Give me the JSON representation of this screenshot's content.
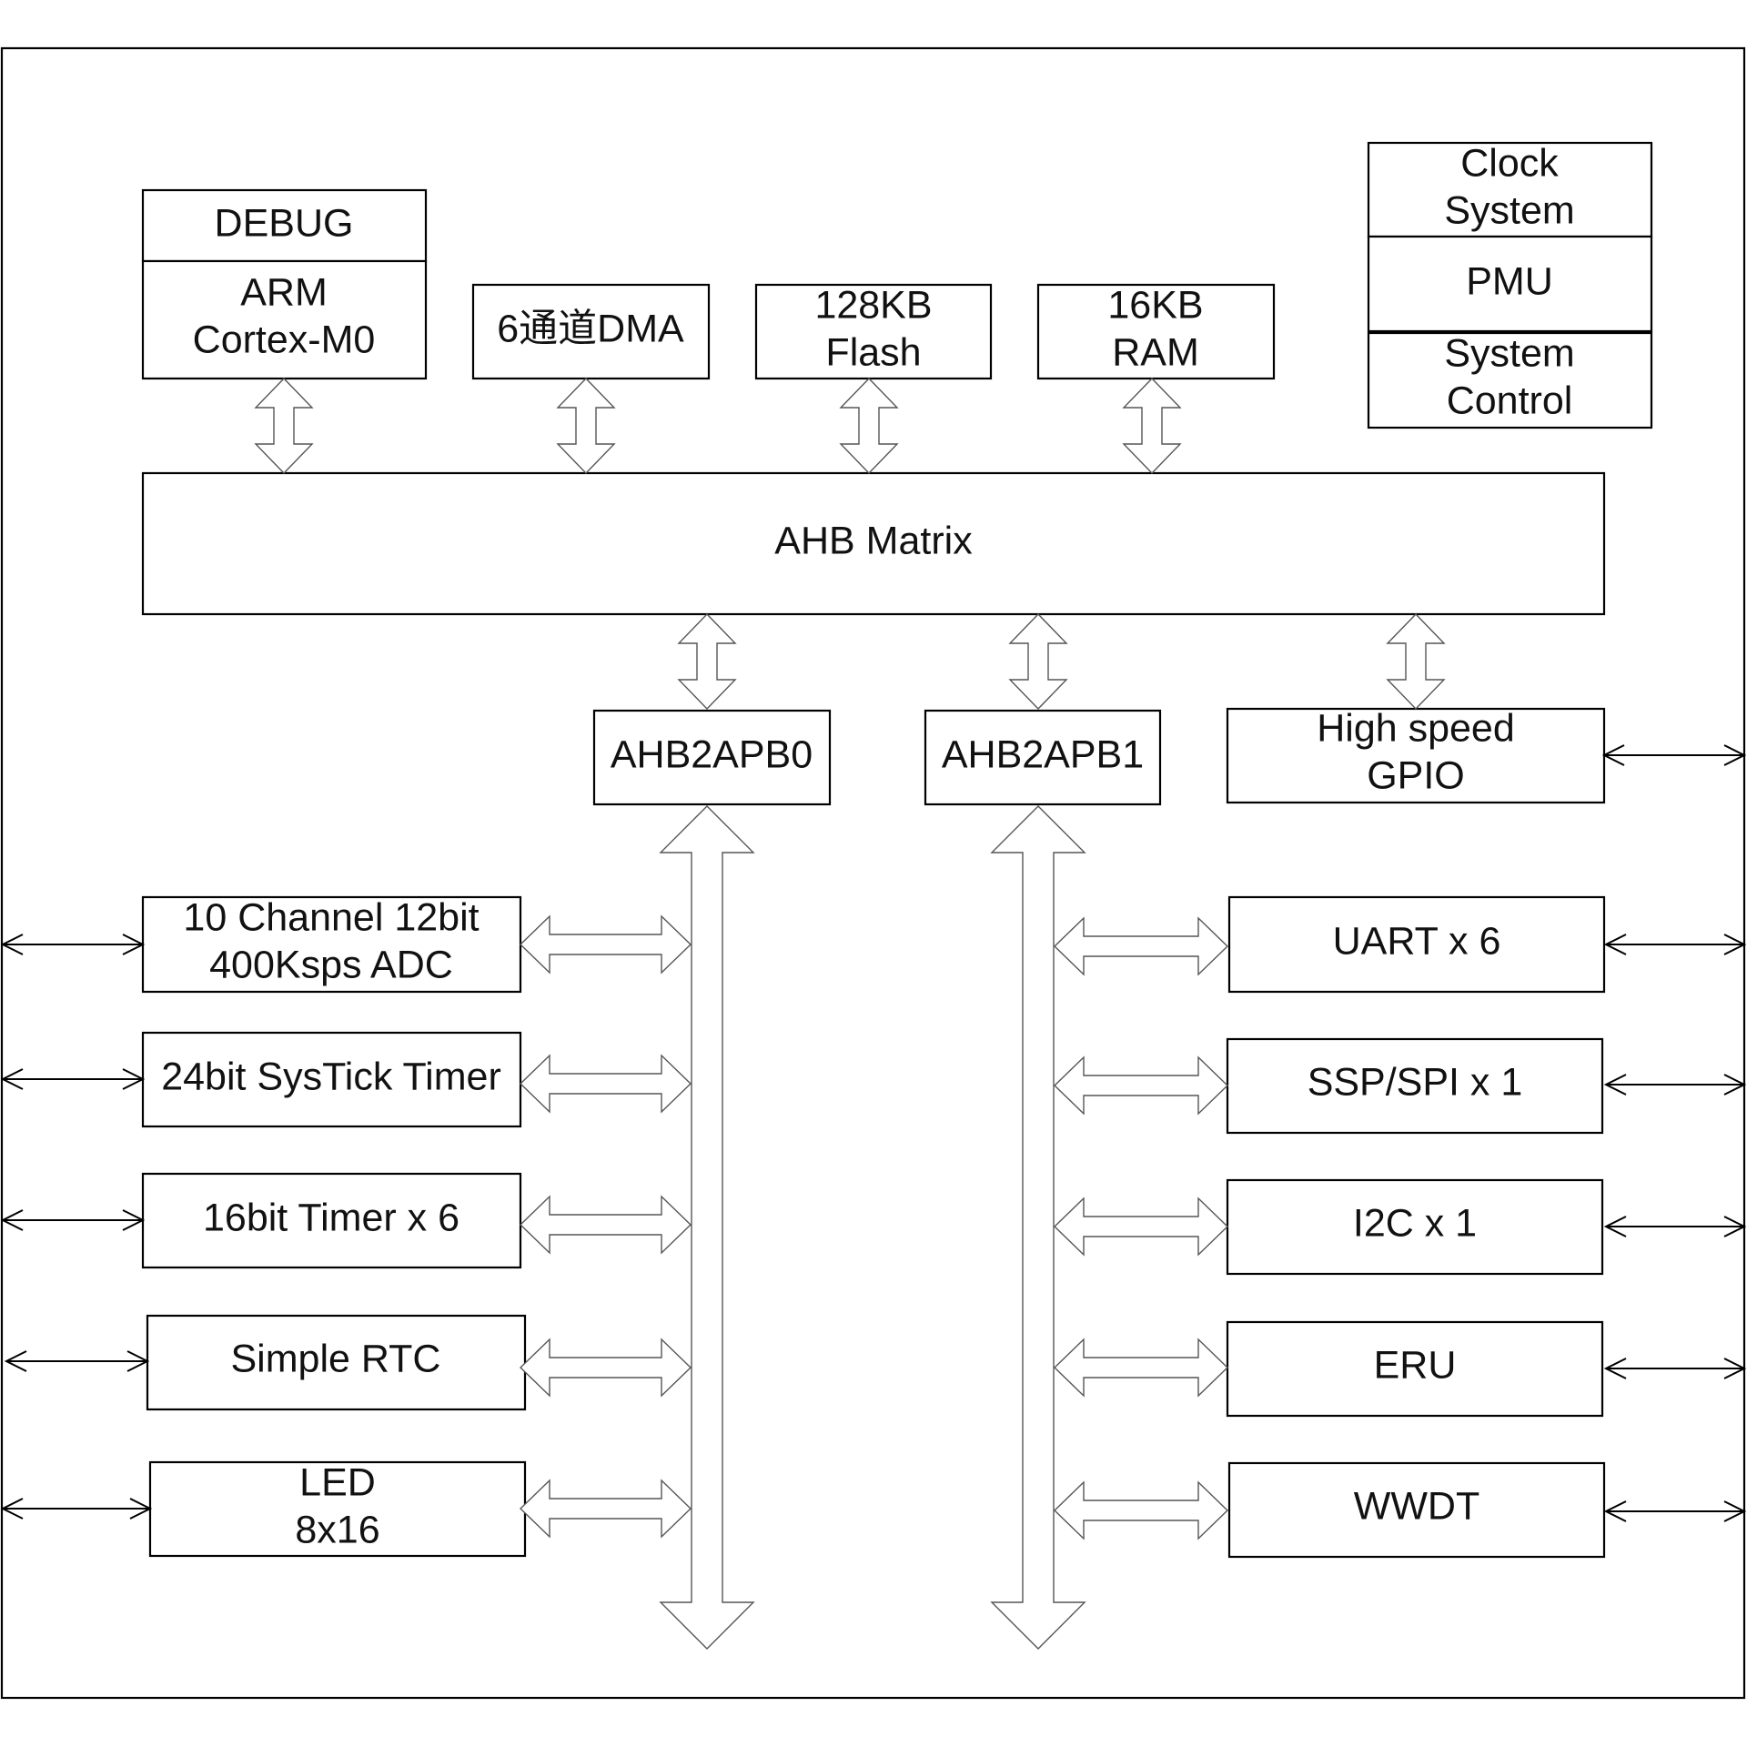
{
  "blocks": {
    "debug": "DEBUG",
    "arm": [
      "ARM",
      "Cortex-M0"
    ],
    "dma": "6通道DMA",
    "flash": [
      "128KB",
      "Flash"
    ],
    "ram": [
      "16KB",
      "RAM"
    ],
    "clock": [
      "Clock",
      "System"
    ],
    "pmu": "PMU",
    "sysctrl": [
      "System",
      "Control"
    ],
    "ahb": "AHB Matrix",
    "apb0": "AHB2APB0",
    "apb1": "AHB2APB1",
    "gpio": [
      "High speed",
      "GPIO"
    ],
    "adc": [
      "10 Channel 12bit",
      "400Ksps ADC"
    ],
    "systick": "24bit SysTick Timer",
    "timer": "16bit Timer x 6",
    "rtc": "Simple RTC",
    "led": [
      "LED",
      "8x16"
    ],
    "uart": "UART x 6",
    "spi": "SSP/SPI x 1",
    "i2c": "I2C x 1",
    "eru": "ERU",
    "wwdt": "WWDT"
  }
}
